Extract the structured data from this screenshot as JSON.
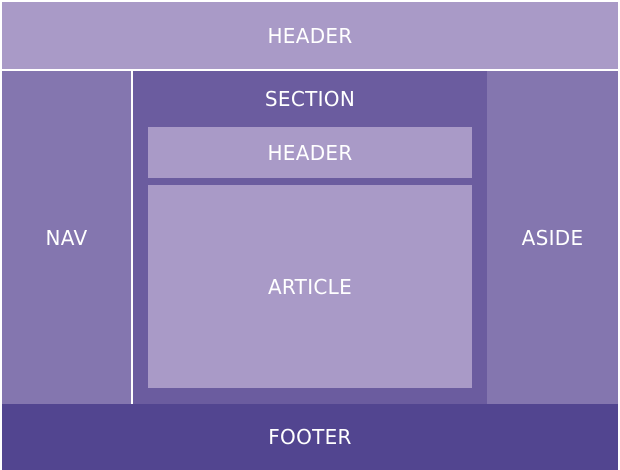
{
  "blocks": {
    "header": "HEADER",
    "nav": "NAV",
    "section": "SECTION",
    "section_header": "HEADER",
    "article": "ARTICLE",
    "aside": "ASIDE",
    "footer": "FOOTER"
  },
  "colors": {
    "light": "#a99ac7",
    "medium": "#8476af",
    "section": "#6b5c9f",
    "dark": "#524590",
    "text": "#ffffff"
  }
}
